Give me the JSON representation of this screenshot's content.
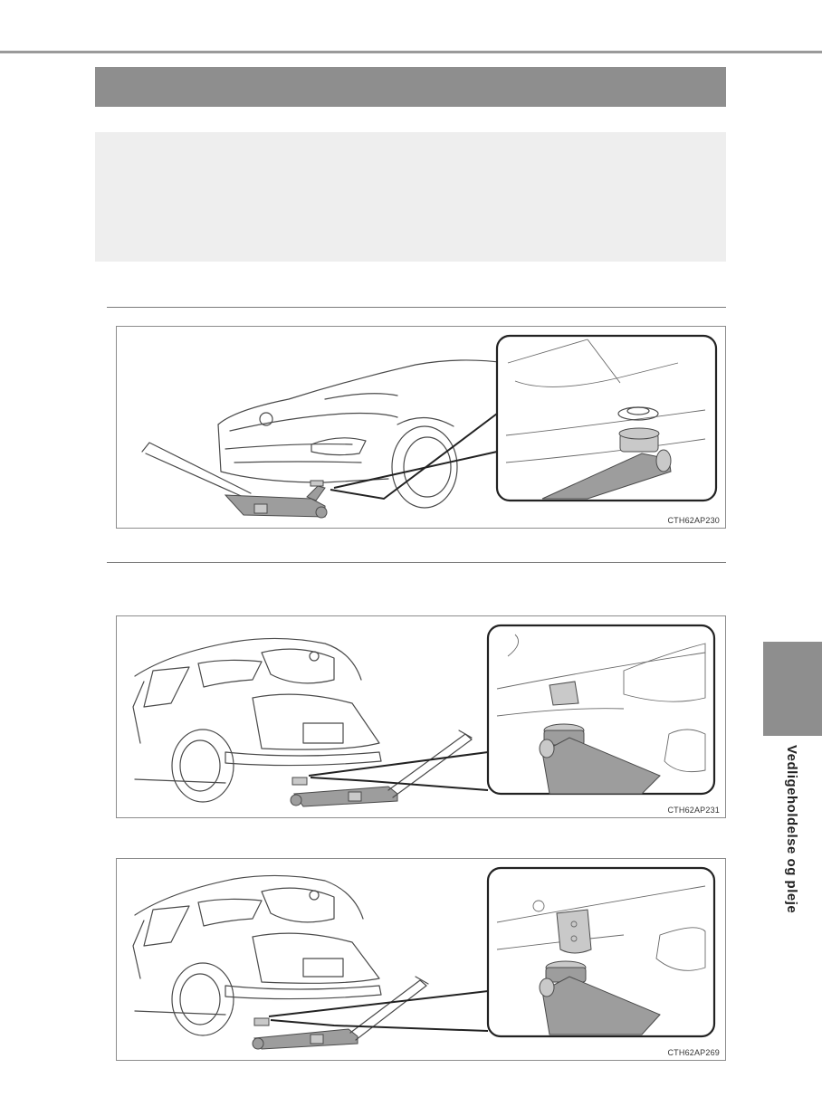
{
  "figures": [
    {
      "code": "CTH62AP230"
    },
    {
      "code": "CTH62AP231"
    },
    {
      "code": "CTH62AP269"
    }
  ],
  "side_tab": {
    "label": "Vedligeholdelse og pleje"
  },
  "colors": {
    "tab_grey": "#8e8e8e",
    "box_grey": "#eeeeee",
    "callout_border": "#222222"
  }
}
